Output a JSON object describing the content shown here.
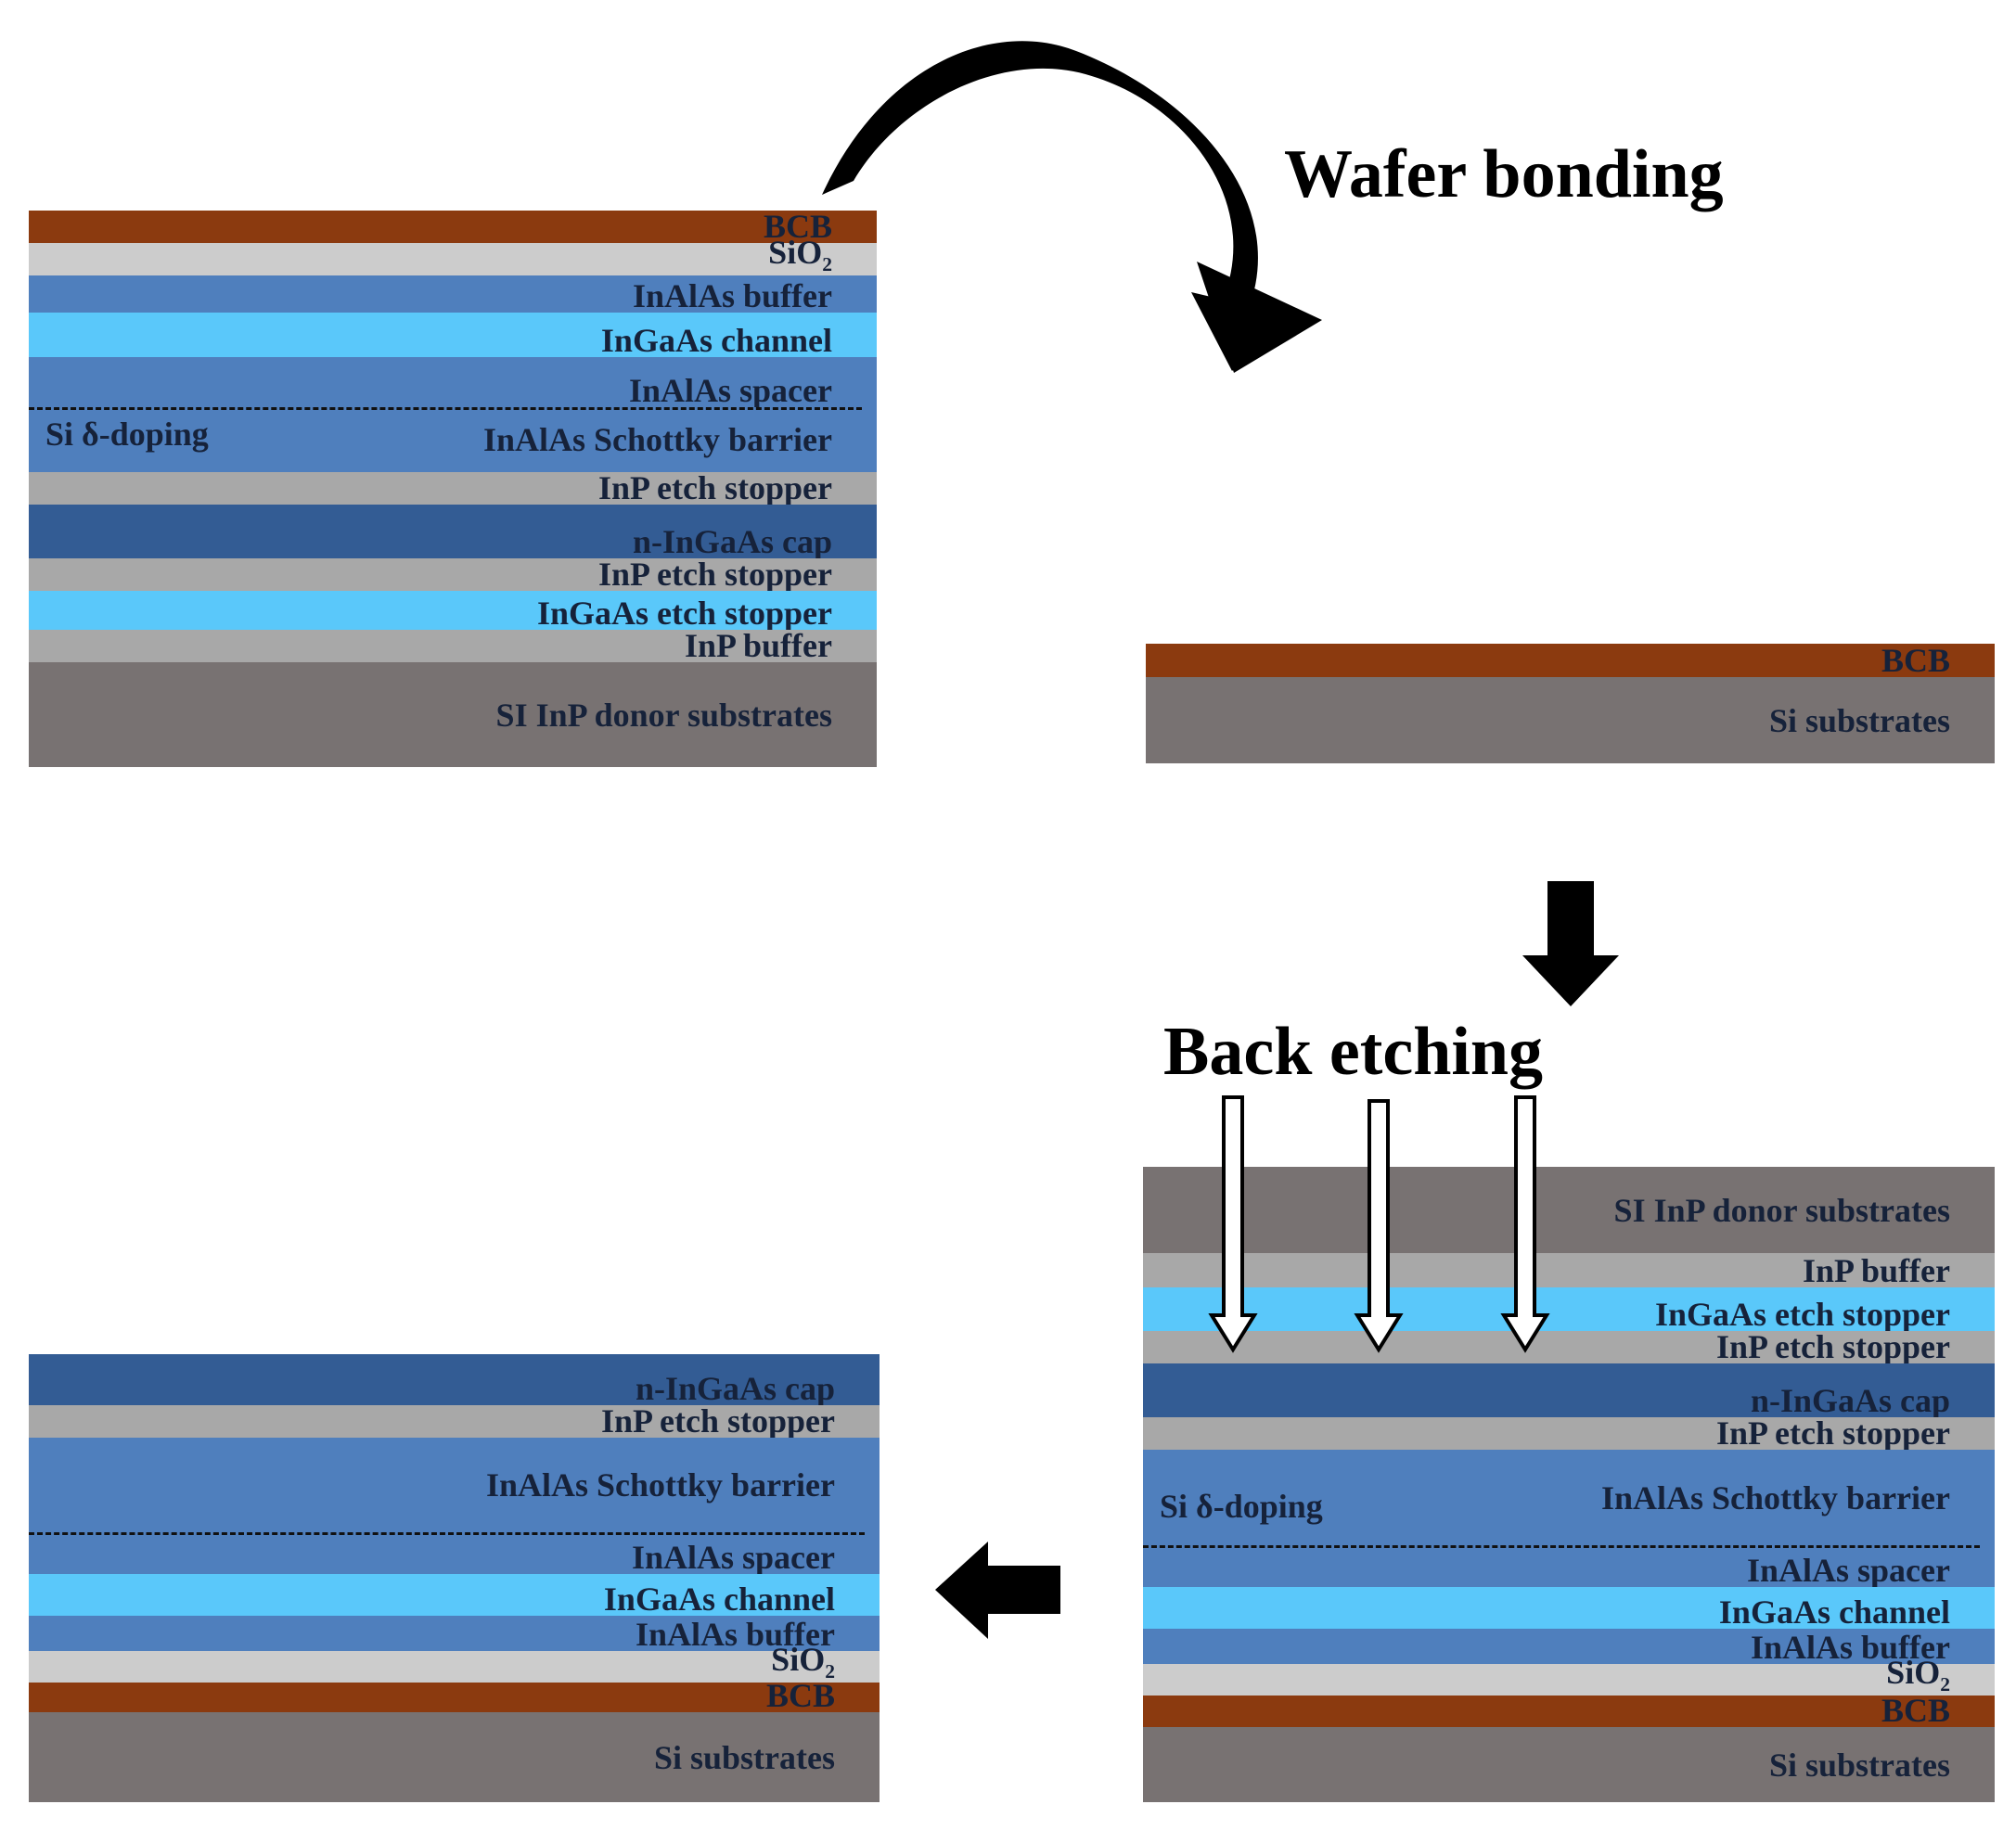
{
  "titles": {
    "wafer_bonding": "Wafer bonding",
    "back_etching": "Back etching"
  },
  "doping_label": "Si δ-doping",
  "colors": {
    "bcb": "#8b3a0f",
    "sio2": "#cccccc",
    "inalas": "#4f7fbd",
    "ingaas": "#5ac8fa",
    "inp": "#a8a8a8",
    "n_ingaas": "#335c94",
    "substrate": "#787272"
  },
  "donor_stack": [
    {
      "label": "BCB",
      "color": "bcb"
    },
    {
      "label": "SiO",
      "sub": "2",
      "color": "sio2"
    },
    {
      "label": "InAlAs buffer",
      "color": "inalas"
    },
    {
      "label": "InGaAs channel",
      "color": "ingaas"
    },
    {
      "label": "InAlAs spacer",
      "color": "inalas"
    },
    {
      "label": "InAlAs Schottky barrier",
      "color": "inalas"
    },
    {
      "label": "InP etch stopper",
      "color": "inp"
    },
    {
      "label": "n-InGaAs cap",
      "color": "n_ingaas"
    },
    {
      "label": "InP etch stopper",
      "color": "inp"
    },
    {
      "label": "InGaAs etch stopper",
      "color": "ingaas"
    },
    {
      "label": "InP buffer",
      "color": "inp"
    },
    {
      "label": "SI InP donor substrates",
      "color": "substrate"
    }
  ],
  "target_stack": [
    {
      "label": "BCB",
      "color": "bcb"
    },
    {
      "label": "Si substrates",
      "color": "substrate"
    }
  ],
  "bonded_stack": [
    {
      "label": "SI InP donor substrates",
      "color": "substrate"
    },
    {
      "label": "InP buffer",
      "color": "inp"
    },
    {
      "label": "InGaAs etch stopper",
      "color": "ingaas"
    },
    {
      "label": "InP etch stopper",
      "color": "inp"
    },
    {
      "label": "n-InGaAs cap",
      "color": "n_ingaas"
    },
    {
      "label": "InP etch stopper",
      "color": "inp"
    },
    {
      "label": "InAlAs Schottky barrier",
      "color": "inalas"
    },
    {
      "label": "InAlAs spacer",
      "color": "inalas"
    },
    {
      "label": "InGaAs channel",
      "color": "ingaas"
    },
    {
      "label": "InAlAs buffer",
      "color": "inalas"
    },
    {
      "label": "SiO",
      "sub": "2",
      "color": "sio2"
    },
    {
      "label": "BCB",
      "color": "bcb"
    },
    {
      "label": "Si substrates",
      "color": "substrate"
    }
  ],
  "final_stack": [
    {
      "label": "n-InGaAs cap",
      "color": "n_ingaas"
    },
    {
      "label": "InP etch stopper",
      "color": "inp"
    },
    {
      "label": "InAlAs Schottky barrier",
      "color": "inalas"
    },
    {
      "label": "InAlAs spacer",
      "color": "inalas"
    },
    {
      "label": "InGaAs channel",
      "color": "ingaas"
    },
    {
      "label": "InAlAs buffer",
      "color": "inalas"
    },
    {
      "label": "SiO",
      "sub": "2",
      "color": "sio2"
    },
    {
      "label": "BCB",
      "color": "bcb"
    },
    {
      "label": "Si substrates",
      "color": "substrate"
    }
  ]
}
